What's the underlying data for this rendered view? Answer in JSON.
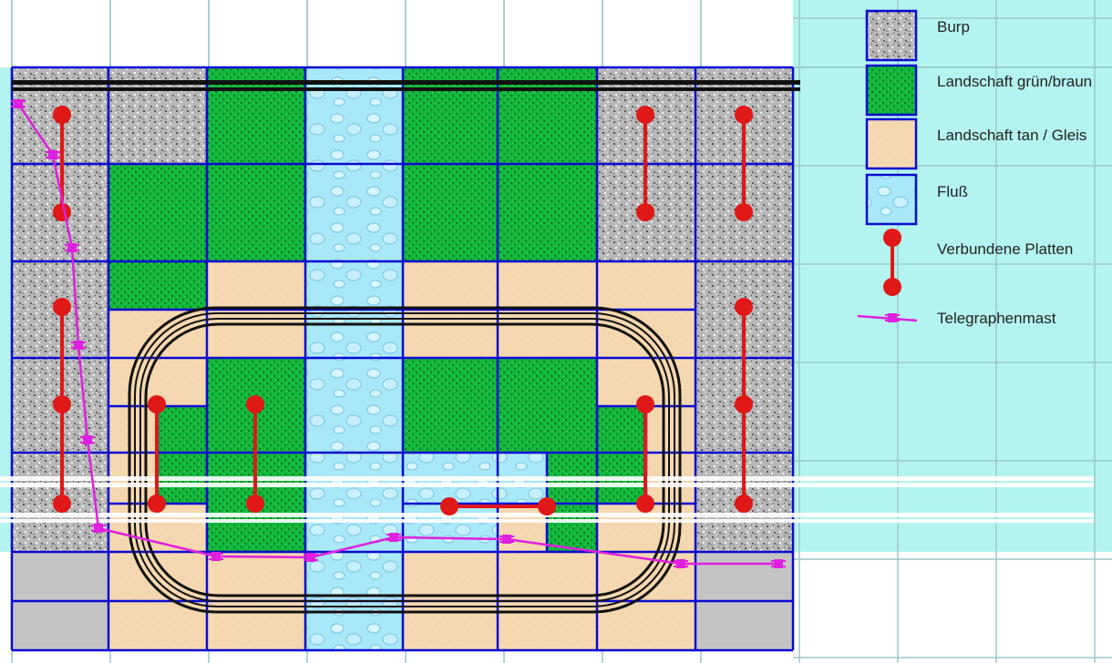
{
  "colors": {
    "background_grid": "#b4f4f0",
    "grid_line": "#9cc8c8",
    "tile_border": "#0a0ad2",
    "burp": "#bdbdbd",
    "landscape_green": "#10b83a",
    "landscape_tan": "#f5d8b0",
    "river": "#a8e8f8",
    "empty_tile": "#c4c4c4",
    "connector": "#e01818",
    "telegraph": "#e020e0",
    "track": "#111111"
  },
  "legend": {
    "items": [
      {
        "label": "Burp",
        "kind": "burp"
      },
      {
        "label": "Landschaft grün/braun",
        "kind": "green"
      },
      {
        "label": "Landschaft tan / Gleis",
        "kind": "tan"
      },
      {
        "label": "Fluß",
        "kind": "river"
      },
      {
        "label": "Verbundene Platten",
        "kind": "connector"
      },
      {
        "label": "Telegraphenmast",
        "kind": "telegraph"
      }
    ]
  }
}
